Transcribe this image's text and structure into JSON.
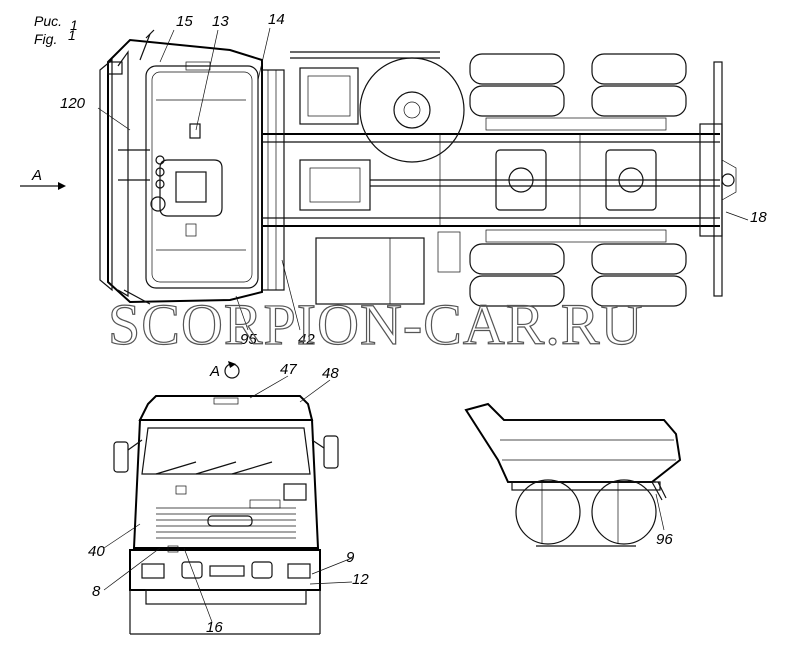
{
  "figure": {
    "caption_ru": "Рис.",
    "caption_num": "1",
    "caption_en": "Fig.",
    "caption_en_num": "1"
  },
  "watermark": "SCORPION-CAR.RU",
  "view_a": {
    "arrow_label": "A",
    "view_label": "A"
  },
  "callouts": {
    "c15": "15",
    "c13": "13",
    "c14": "14",
    "c120": "120",
    "c18": "18",
    "c95": "95",
    "c42": "42",
    "c47": "47",
    "c48": "48",
    "c40": "40",
    "c9": "9",
    "c8": "8",
    "c12": "12",
    "c16": "16",
    "c96": "96"
  }
}
